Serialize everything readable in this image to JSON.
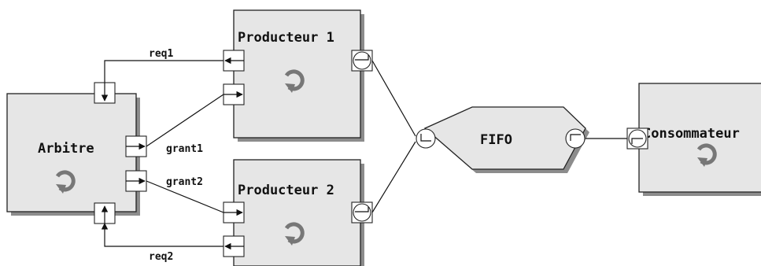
{
  "components": {
    "arbitre": {
      "title": "Arbitre"
    },
    "producteur1": {
      "title": "Producteur 1"
    },
    "producteur2": {
      "title": "Producteur 2"
    },
    "fifo": {
      "title": "FIFO"
    },
    "consommateur": {
      "title": "Consommateur"
    }
  },
  "signals": {
    "req1": "req1",
    "grant1": "grant1",
    "grant2": "grant2",
    "req2": "req2"
  },
  "colors": {
    "component_fill": "#e6e6e6",
    "shadow": "#8c8c8c",
    "stroke": "#222222"
  },
  "icons": {
    "process": "circular-arrow-icon",
    "fifo_port": "fifo-port-icon",
    "signal_port": "signal-port-icon"
  }
}
